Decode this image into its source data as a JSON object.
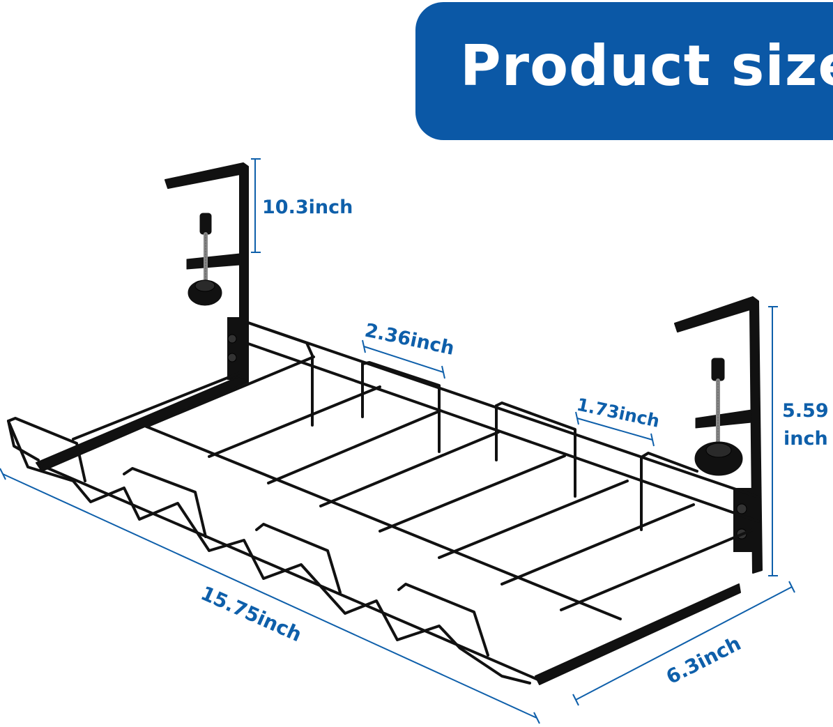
{
  "title": "Product size",
  "colors": {
    "banner": "#0b58a6",
    "dimension": "#0e5faa",
    "product": "#111111"
  },
  "dimensions": {
    "clamp_height": "10.3inch",
    "slot_width": "2.36inch",
    "slot_gap": "1.73inch",
    "side_height_value": "5.59",
    "side_height_unit": "inch",
    "length": "15.75inch",
    "depth": "6.3inch"
  }
}
